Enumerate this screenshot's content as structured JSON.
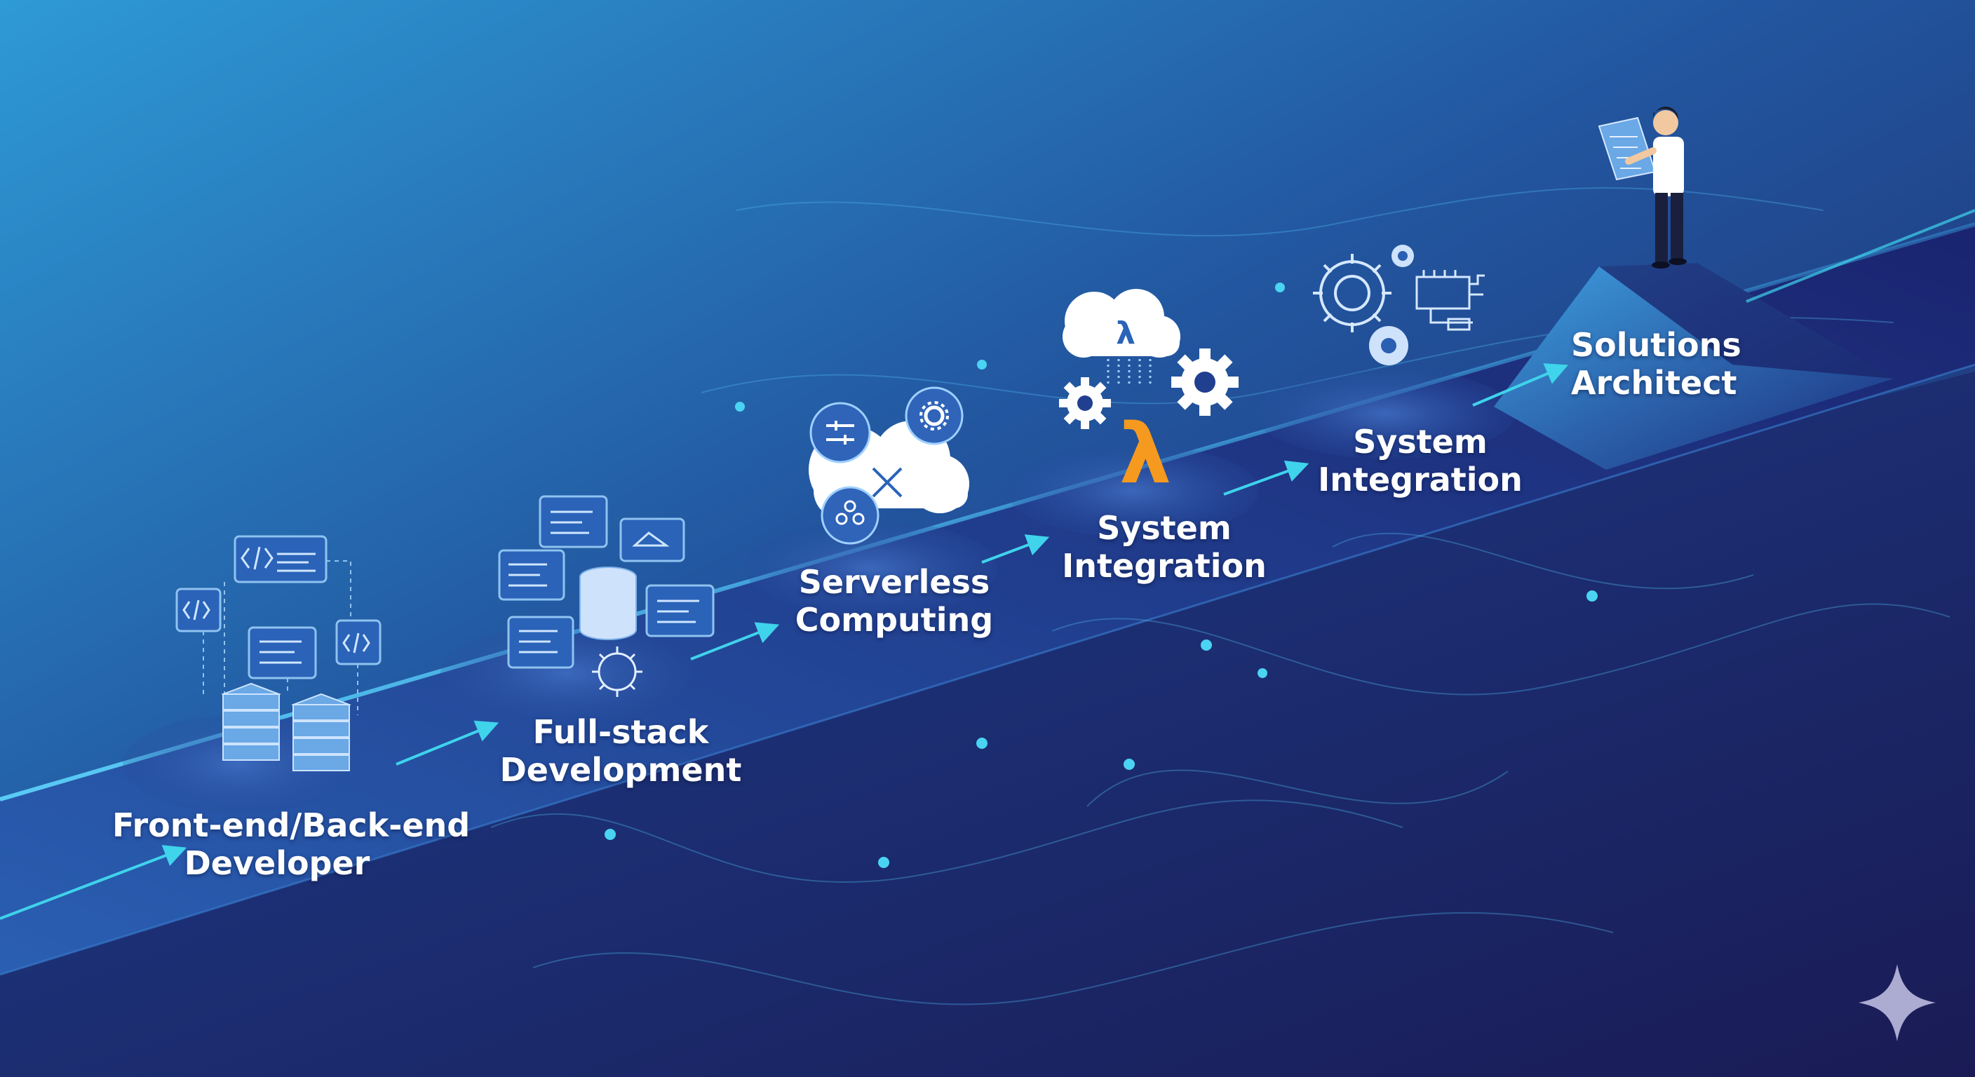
{
  "diagram": {
    "type": "career-path-steps",
    "colors": {
      "background_light": "#2f8fd0",
      "background_dark": "#1b1d5a",
      "path_surface": "#1e3a86",
      "path_edge": "#3ec7ee",
      "arrow": "#3fd3ec",
      "lambda": "#f59a1e",
      "icon_fill": "#8fc3f0",
      "label_text": "#ffffff"
    },
    "stages": [
      {
        "line1": "Front-end/Back-end",
        "line2": "Developer",
        "icons": [
          "code-window-icon",
          "server-stack-icon"
        ]
      },
      {
        "line1": "Full-stack",
        "line2": "Development",
        "icons": [
          "code-window-icon",
          "database-icon",
          "bug-gear-icon"
        ]
      },
      {
        "line1": "Serverless",
        "line2": "Computing",
        "icons": [
          "cloud-icon",
          "sliders-icon",
          "gear-icon",
          "users-icon"
        ]
      },
      {
        "line1": "System",
        "line2": "Integration",
        "icons": [
          "lambda-cloud-icon",
          "gear-icon",
          "lambda-icon"
        ]
      },
      {
        "line1": "System",
        "line2": "Integration",
        "icons": [
          "gear-icon",
          "circuit-icon"
        ]
      },
      {
        "line1": "Solutions",
        "line2": "Architect",
        "icons": [
          "architect-figure-icon",
          "blueprint-icon"
        ]
      }
    ],
    "watermark_icon": "sparkle-icon"
  }
}
